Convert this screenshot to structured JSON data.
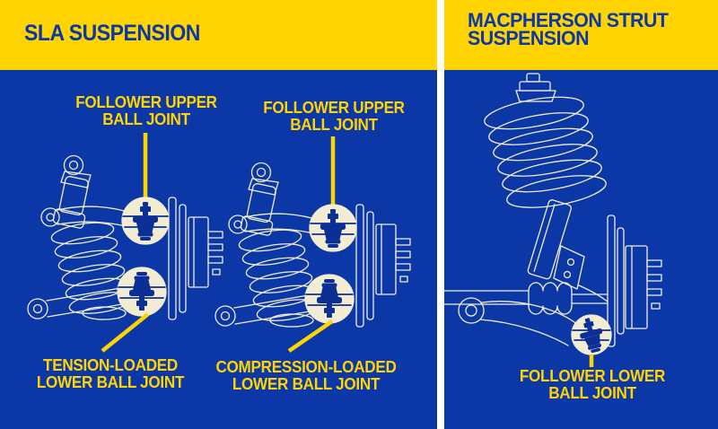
{
  "colors": {
    "yellow": "#FFD400",
    "blue": "#0B38A6",
    "cream": "#F2EDD2",
    "glyph": "#0B2F95",
    "callout": "#FFD400",
    "white": "#FFFFFF"
  },
  "left_panel": {
    "title": "SLA SUSPENSION",
    "labels": {
      "upper1": {
        "line1": "FOLLOWER UPPER",
        "line2": "BALL JOINT"
      },
      "upper2": {
        "line1": "FOLLOWER UPPER",
        "line2": "BALL JOINT"
      },
      "lower1": {
        "line1": "TENSION-LOADED",
        "line2": "LOWER BALL JOINT"
      },
      "lower2": {
        "line1": "COMPRESSION-LOADED",
        "line2": "LOWER BALL JOINT"
      }
    }
  },
  "right_panel": {
    "title_line1": "MACPHERSON STRUT",
    "title_line2": "SUSPENSION",
    "labels": {
      "lower": {
        "line1": "FOLLOWER LOWER",
        "line2": "BALL JOINT"
      }
    }
  }
}
